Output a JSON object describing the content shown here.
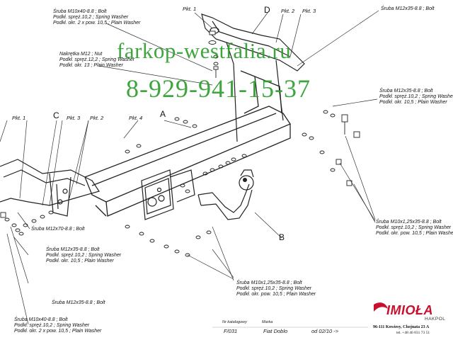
{
  "watermark": {
    "site": "farkop-westfalia.ru",
    "phone": "8-929-941-15-37",
    "color": "#2f9e2f"
  },
  "callouts": {
    "pkt1_top": "Pkt. 1",
    "pkt2_top": "Pkt. 2",
    "pkt3_top": "Pkt. 3",
    "pkt1_left": "Pkt. 1",
    "pkt3_left": "Pkt. 3",
    "pkt2_left": "Pkt. 2",
    "pkt4": "Pkt. 4"
  },
  "letters": {
    "a": "A",
    "b": "B",
    "c": "C",
    "d": "D"
  },
  "labels": {
    "bolt_m10x40_top": [
      "Śruba M10x40-8.8 ;  Bolt",
      "Podkł. spręż.10,2 ; Spring Washer",
      "Podkł. okr. 2 x pow. 10,5 ; Plain Washer"
    ],
    "nut_m12": [
      "Nakrętka  M12 ; Nut",
      "Podkł. spręż.12,2 ; Spring Washer",
      "Podkł. okr. 13 ; Plain Washer"
    ],
    "bolt_m12x35_top": [
      "Śruba M12x35-8.8 ;  Bolt"
    ],
    "bolt_m12x35_right": [
      "Śruba M12x35-8.8 ;  Bolt",
      "Podkł. spręż.10,2 ; Spring Washer",
      "Podkł. okr. 10,5 ; Plain Washer"
    ],
    "bolt_m10x125_right": [
      "Śruba M10x1,25x35-8.8 ;  Bolt",
      "Podkł. spręż.10,2 ; Spring Washer",
      "Podkł. okr. pow. 10,5 ; Plain Washer"
    ],
    "bolt_m12x70": [
      "Śruba M12x70-8.8 ;  Bolt"
    ],
    "bolt_m12x35_left": [
      "Śruba M12x35-8.8 ;  Bolt",
      "Podkł. spręż.10,2 ; Spring Washer",
      "Podkł. okr. 10,5 ; Plain Washer"
    ],
    "bolt_m10x125_bottom": [
      "Śruba M10x1,25x35-8.8 ;  Bolt",
      "Podkł. spręż.10,2 ; Spring Washer",
      "Podkł. okr. pow. 10,5 ; Plain Washer"
    ],
    "bolt_m12x35_bottom": [
      "Śruba M12x35-8.8 ;  Bolt"
    ],
    "bolt_m10x40_bottom": [
      "Śruba M10x40-8.8 ;  Bolt",
      "Podkł. spręż.10,2 ; Spring Washer",
      "Podkł. okr. 2 x pow. 10,5 ; Plain Washer"
    ]
  },
  "footer": {
    "catalog_label": "Nr katalogowy",
    "catalog_value": "F/031",
    "make_label": "Marka",
    "make_value": "Fiat Doblo",
    "date_value": "od 02/10 ->"
  },
  "brand": {
    "name": "IMIOŁA",
    "sub": "HAKPOL",
    "address": "96-111 Kowiesy, Chojnata 23 A",
    "tel": "tel. +48 46 831 73 51",
    "color": "#c8102e"
  }
}
